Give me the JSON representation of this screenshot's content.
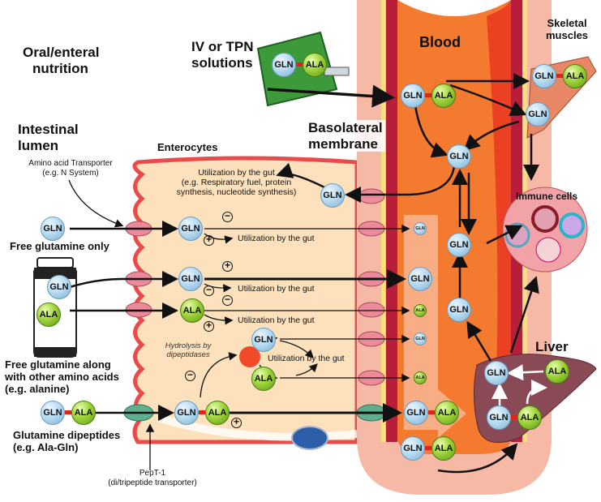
{
  "headings": {
    "oral": "Oral/enteral\nnutrition",
    "oral_line1": "Oral/enteral",
    "oral_line2": "nutrition",
    "iv_line1": "IV or TPN",
    "iv_line2": "solutions",
    "blood": "Blood",
    "skeletal_line1": "Skeletal",
    "skeletal_line2": "muscles",
    "lumen_line1": "Intestinal",
    "lumen_line2": "lumen",
    "enterocytes": "Enterocytes",
    "basolateral_line1": "Basolateral",
    "basolateral_line2": "membrane",
    "immune": "Immune cells",
    "liver": "Liver"
  },
  "annotations": {
    "aa_transporter_line1": "Amino acid Transporter",
    "aa_transporter_line2": "(e.g. N System)",
    "pept1_line1": "PepT-1",
    "pept1_line2": "(di/tripeptide transporter)",
    "hydrolysis_line1": "Hydrolysis by",
    "hydrolysis_line2": "dipeptidases",
    "gut_util_detail_line1": "Utilization by the gut",
    "gut_util_detail_line2": "(e.g. Respiratory fuel, protein",
    "gut_util_detail_line3": "synthesis, nucleotide synthesis)",
    "gut_util": "Utilization by the gut"
  },
  "sources": {
    "free_gln": "Free glutamine only",
    "free_gln_aa_line1": "Free glutamine along",
    "free_gln_aa_line2": "with other amino acids",
    "free_gln_aa_line3": "(e.g. alanine)",
    "dipeptide_line1": "Glutamine dipeptides",
    "dipeptide_line2": "(e.g. Ala-Gln)"
  },
  "molecules": {
    "gln": "GLN",
    "ala": "ALA"
  },
  "signs": {
    "plus": "+",
    "minus": "−"
  },
  "colors": {
    "gln": "#b9dcf2",
    "ala": "#9fd33c",
    "bond": "#e2231a",
    "blood": "#f47a30",
    "vessel_wall": "#f6b9a6",
    "enterocyte": "#fde1bd",
    "enterocyte_border": "#e94b4b",
    "aa_transporter": "#ec8a9a",
    "pept1": "#5fae8e",
    "liver": "#8a4a55",
    "immune_bg": "#f2a3a8"
  }
}
